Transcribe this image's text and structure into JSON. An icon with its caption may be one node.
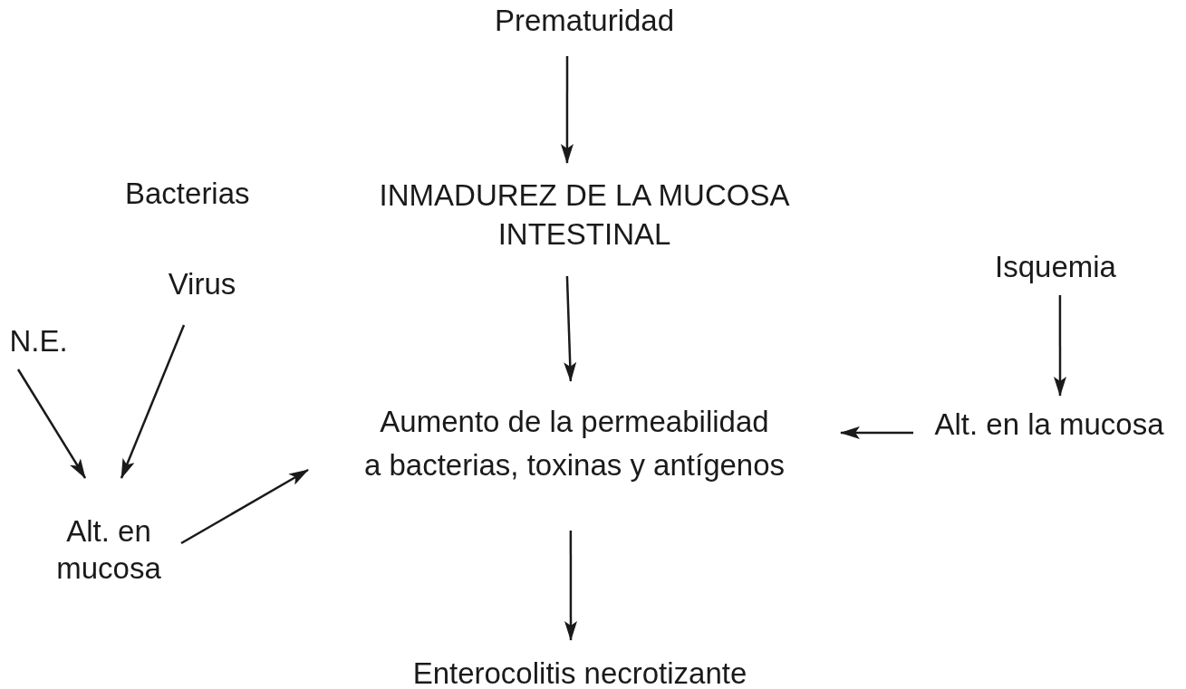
{
  "diagram": {
    "nodes": [
      {
        "text": [
          "Prematuridad"
        ]
      },
      {
        "text": [
          "INMADUREZ DE LA MUCOSA INTESTINAL"
        ]
      },
      {
        "text": [
          "Virus"
        ]
      },
      {
        "text": [
          "N.E."
        ]
      },
      {
        "text": [
          "Alt. en mucosa"
        ]
      },
      {
        "text": [
          "Aumento de la permeabilidad a bacterias, toxinas y antígenos"
        ]
      },
      {
        "text": [
          "Isquemia"
        ]
      },
      {
        "text": [
          "Alt. en la mucosa"
        ]
      },
      {
        "text": [
          "Enterocolitis necrotizante"
        ]
      }
    ],
    "edges": [
      {
        "from": 0,
        "to": 1,
        "arrow": "to"
      },
      {
        "from": 1,
        "to": 5,
        "arrow": "to"
      },
      {
        "from": 2,
        "to": 4,
        "arrow": "to"
      },
      {
        "from": 3,
        "to": 4,
        "arrow": "to"
      },
      {
        "from": 4,
        "to": 5,
        "arrow": "to"
      },
      {
        "from": 6,
        "to": 7,
        "arrow": "to"
      },
      {
        "from": 7,
        "to": 5,
        "arrow": "to"
      },
      {
        "from": 5,
        "to": 8,
        "arrow": "to"
      }
    ],
    "labels": [
      "Bacterias"
    ]
  }
}
